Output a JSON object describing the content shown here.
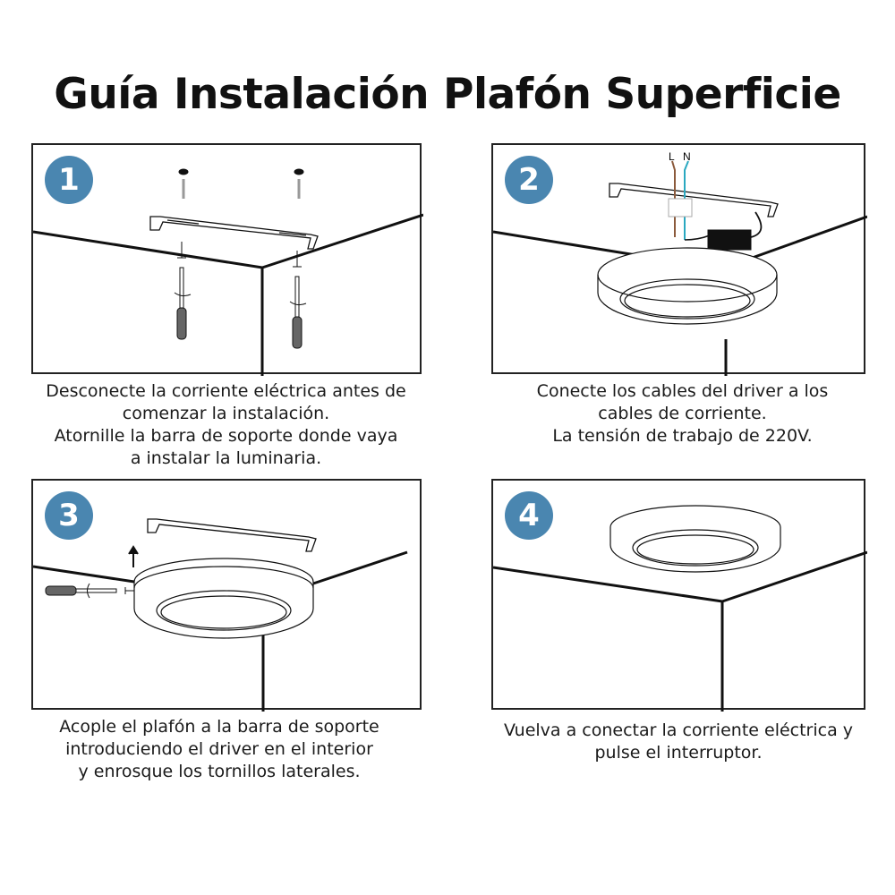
{
  "title": "Guía Instalación Plafón Superficie",
  "accent_color": "#4a86b0",
  "steps": [
    {
      "number": "1",
      "lines": [
        "Desconecte la corriente eléctrica antes de",
        "comenzar la instalación.",
        "Atornille la barra de soporte donde vaya",
        "a instalar la luminaria."
      ]
    },
    {
      "number": "2",
      "wire_labels": [
        "L",
        "N"
      ],
      "lines": [
        "Conecte los cables del driver a los",
        "cables de corriente.",
        "La tensión de trabajo de 220V."
      ]
    },
    {
      "number": "3",
      "lines": [
        "Acople el plafón a la barra de soporte",
        "introduciendo el driver en el interior",
        "y enrosque los tornillos laterales."
      ]
    },
    {
      "number": "4",
      "lines": [
        "Vuelva a conectar la corriente eléctrica y",
        "pulse el interruptor."
      ]
    }
  ]
}
